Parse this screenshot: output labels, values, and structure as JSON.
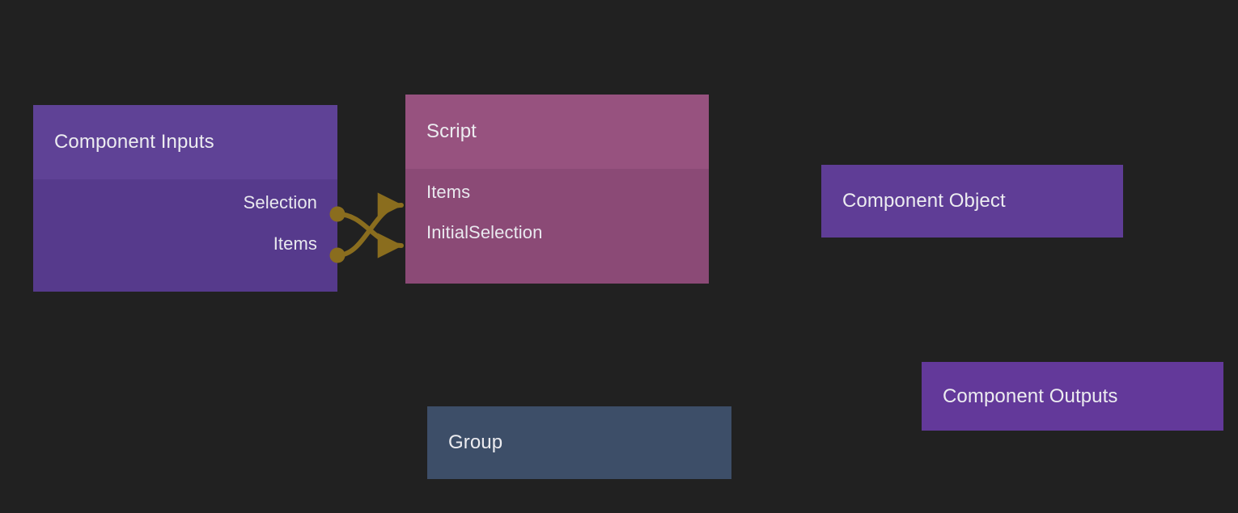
{
  "canvas": {
    "background_color": "#212121",
    "wire_color": "#8a6d1e"
  },
  "nodes": {
    "component_inputs": {
      "title": "Component Inputs",
      "header_color": "#5f4296",
      "body_color": "#563a8c",
      "output_ports": [
        {
          "label": "Selection"
        },
        {
          "label": "Items"
        }
      ]
    },
    "script": {
      "title": "Script",
      "header_color": "#97527f",
      "body_color": "#8b4a76",
      "input_ports": [
        {
          "label": "Items"
        },
        {
          "label": "InitialSelection"
        }
      ]
    },
    "component_object": {
      "title": "Component Object",
      "color": "#5f3d96"
    },
    "component_outputs": {
      "title": "Component Outputs",
      "color": "#63399a"
    },
    "group": {
      "title": "Group",
      "color": "#3d4e68"
    }
  },
  "connections": [
    {
      "from": "Selection",
      "to": "InitialSelection"
    },
    {
      "from": "Items",
      "to": "Items"
    }
  ]
}
